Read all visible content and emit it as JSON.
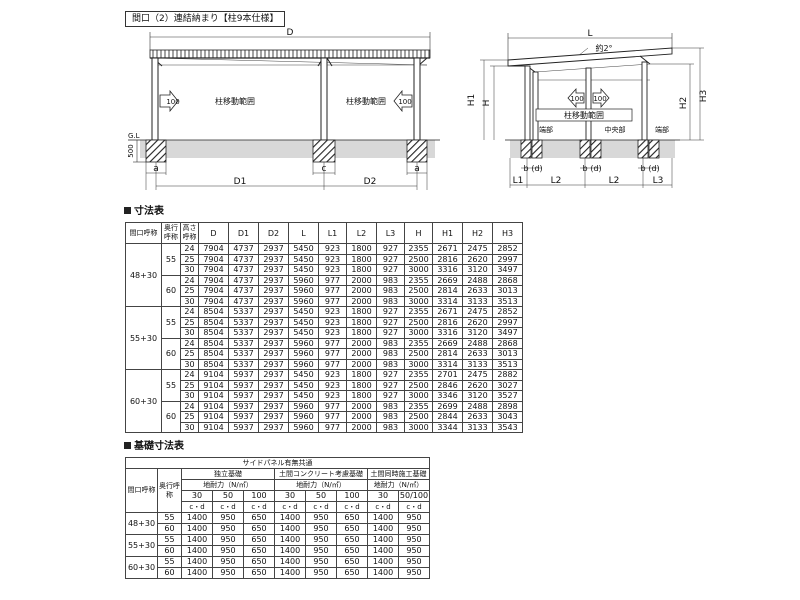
{
  "page_title": "間口（2）連結納まり【柱9本仕様】",
  "front_view": {
    "dim_D": "D",
    "arrow_left": "100",
    "arrow_right": "100",
    "range_left": "柱移動範囲",
    "range_right": "柱移動範囲",
    "gl": "G.L",
    "depth": "500",
    "dim_a_left": "a",
    "dim_D1": "D1",
    "dim_c": "c",
    "dim_D2": "D2",
    "dim_a_right": "a"
  },
  "side_view": {
    "dim_L": "L",
    "slope": "約2°",
    "dim_H1": "H1",
    "dim_H": "H",
    "dim_H2": "H2",
    "dim_H3": "H3",
    "arrow_left": "100",
    "arrow_right": "100",
    "range": "柱移動範囲",
    "end_left": "端部",
    "center": "中央部",
    "end_right": "端部",
    "b": "b",
    "d": "(d)",
    "L1": "L1",
    "L2a": "L2",
    "L2b": "L2",
    "L3": "L3"
  },
  "dimension_table": {
    "heading": "寸法表",
    "headers": [
      "間口呼称",
      "奥行呼称",
      "高さ呼称",
      "D",
      "D1",
      "D2",
      "L",
      "L1",
      "L2",
      "L3",
      "H",
      "H1",
      "H2",
      "H3"
    ],
    "groups": [
      {
        "width": "48+30",
        "subs": [
          {
            "depth": "55",
            "rows": [
              [
                "24",
                "7904",
                "4737",
                "2937",
                "5450",
                "923",
                "1800",
                "927",
                "2355",
                "2671",
                "2475",
                "2852"
              ],
              [
                "25",
                "7904",
                "4737",
                "2937",
                "5450",
                "923",
                "1800",
                "927",
                "2500",
                "2816",
                "2620",
                "2997"
              ],
              [
                "30",
                "7904",
                "4737",
                "2937",
                "5450",
                "923",
                "1800",
                "927",
                "3000",
                "3316",
                "3120",
                "3497"
              ]
            ]
          },
          {
            "depth": "60",
            "rows": [
              [
                "24",
                "7904",
                "4737",
                "2937",
                "5960",
                "977",
                "2000",
                "983",
                "2355",
                "2669",
                "2488",
                "2868"
              ],
              [
                "25",
                "7904",
                "4737",
                "2937",
                "5960",
                "977",
                "2000",
                "983",
                "2500",
                "2814",
                "2633",
                "3013"
              ],
              [
                "30",
                "7904",
                "4737",
                "2937",
                "5960",
                "977",
                "2000",
                "983",
                "3000",
                "3314",
                "3133",
                "3513"
              ]
            ]
          }
        ]
      },
      {
        "width": "55+30",
        "subs": [
          {
            "depth": "55",
            "rows": [
              [
                "24",
                "8504",
                "5337",
                "2937",
                "5450",
                "923",
                "1800",
                "927",
                "2355",
                "2671",
                "2475",
                "2852"
              ],
              [
                "25",
                "8504",
                "5337",
                "2937",
                "5450",
                "923",
                "1800",
                "927",
                "2500",
                "2816",
                "2620",
                "2997"
              ],
              [
                "30",
                "8504",
                "5337",
                "2937",
                "5450",
                "923",
                "1800",
                "927",
                "3000",
                "3316",
                "3120",
                "3497"
              ]
            ]
          },
          {
            "depth": "60",
            "rows": [
              [
                "24",
                "8504",
                "5337",
                "2937",
                "5960",
                "977",
                "2000",
                "983",
                "2355",
                "2669",
                "2488",
                "2868"
              ],
              [
                "25",
                "8504",
                "5337",
                "2937",
                "5960",
                "977",
                "2000",
                "983",
                "2500",
                "2814",
                "2633",
                "3013"
              ],
              [
                "30",
                "8504",
                "5337",
                "2937",
                "5960",
                "977",
                "2000",
                "983",
                "3000",
                "3314",
                "3133",
                "3513"
              ]
            ]
          }
        ]
      },
      {
        "width": "60+30",
        "subs": [
          {
            "depth": "55",
            "rows": [
              [
                "24",
                "9104",
                "5937",
                "2937",
                "5450",
                "923",
                "1800",
                "927",
                "2355",
                "2701",
                "2475",
                "2882"
              ],
              [
                "25",
                "9104",
                "5937",
                "2937",
                "5450",
                "923",
                "1800",
                "927",
                "2500",
                "2846",
                "2620",
                "3027"
              ],
              [
                "30",
                "9104",
                "5937",
                "2937",
                "5450",
                "923",
                "1800",
                "927",
                "3000",
                "3346",
                "3120",
                "3527"
              ]
            ]
          },
          {
            "depth": "60",
            "rows": [
              [
                "24",
                "9104",
                "5937",
                "2937",
                "5960",
                "977",
                "2000",
                "983",
                "2355",
                "2699",
                "2488",
                "2898"
              ],
              [
                "25",
                "9104",
                "5937",
                "2937",
                "5960",
                "977",
                "2000",
                "983",
                "2500",
                "2844",
                "2633",
                "3043"
              ],
              [
                "30",
                "9104",
                "5937",
                "2937",
                "5960",
                "977",
                "2000",
                "983",
                "3000",
                "3344",
                "3133",
                "3543"
              ]
            ]
          }
        ]
      }
    ]
  },
  "foundation_table": {
    "heading": "基礎寸法表",
    "side_panel": "サイドパネル有無共通",
    "col_width": "間口呼称",
    "col_depth": "奥行呼称",
    "types": [
      "独立基礎",
      "土間コンクリート考慮基礎",
      "土間同時施工基礎"
    ],
    "bearing": "地耐力（N/㎡）",
    "bearing_values": [
      "30",
      "50",
      "100",
      "30",
      "50",
      "100",
      "30",
      "50/100"
    ],
    "cd": "c・d",
    "rows": [
      [
        "48+30",
        "55",
        "1400",
        "950",
        "650",
        "1400",
        "950",
        "650",
        "1400",
        "950"
      ],
      [
        "",
        "60",
        "1400",
        "950",
        "650",
        "1400",
        "950",
        "650",
        "1400",
        "950"
      ],
      [
        "55+30",
        "55",
        "1400",
        "950",
        "650",
        "1400",
        "950",
        "650",
        "1400",
        "950"
      ],
      [
        "",
        "60",
        "1400",
        "950",
        "650",
        "1400",
        "950",
        "650",
        "1400",
        "950"
      ],
      [
        "60+30",
        "55",
        "1400",
        "950",
        "650",
        "1400",
        "950",
        "650",
        "1400",
        "950"
      ],
      [
        "",
        "60",
        "1400",
        "950",
        "650",
        "1400",
        "950",
        "650",
        "1400",
        "950"
      ]
    ]
  }
}
